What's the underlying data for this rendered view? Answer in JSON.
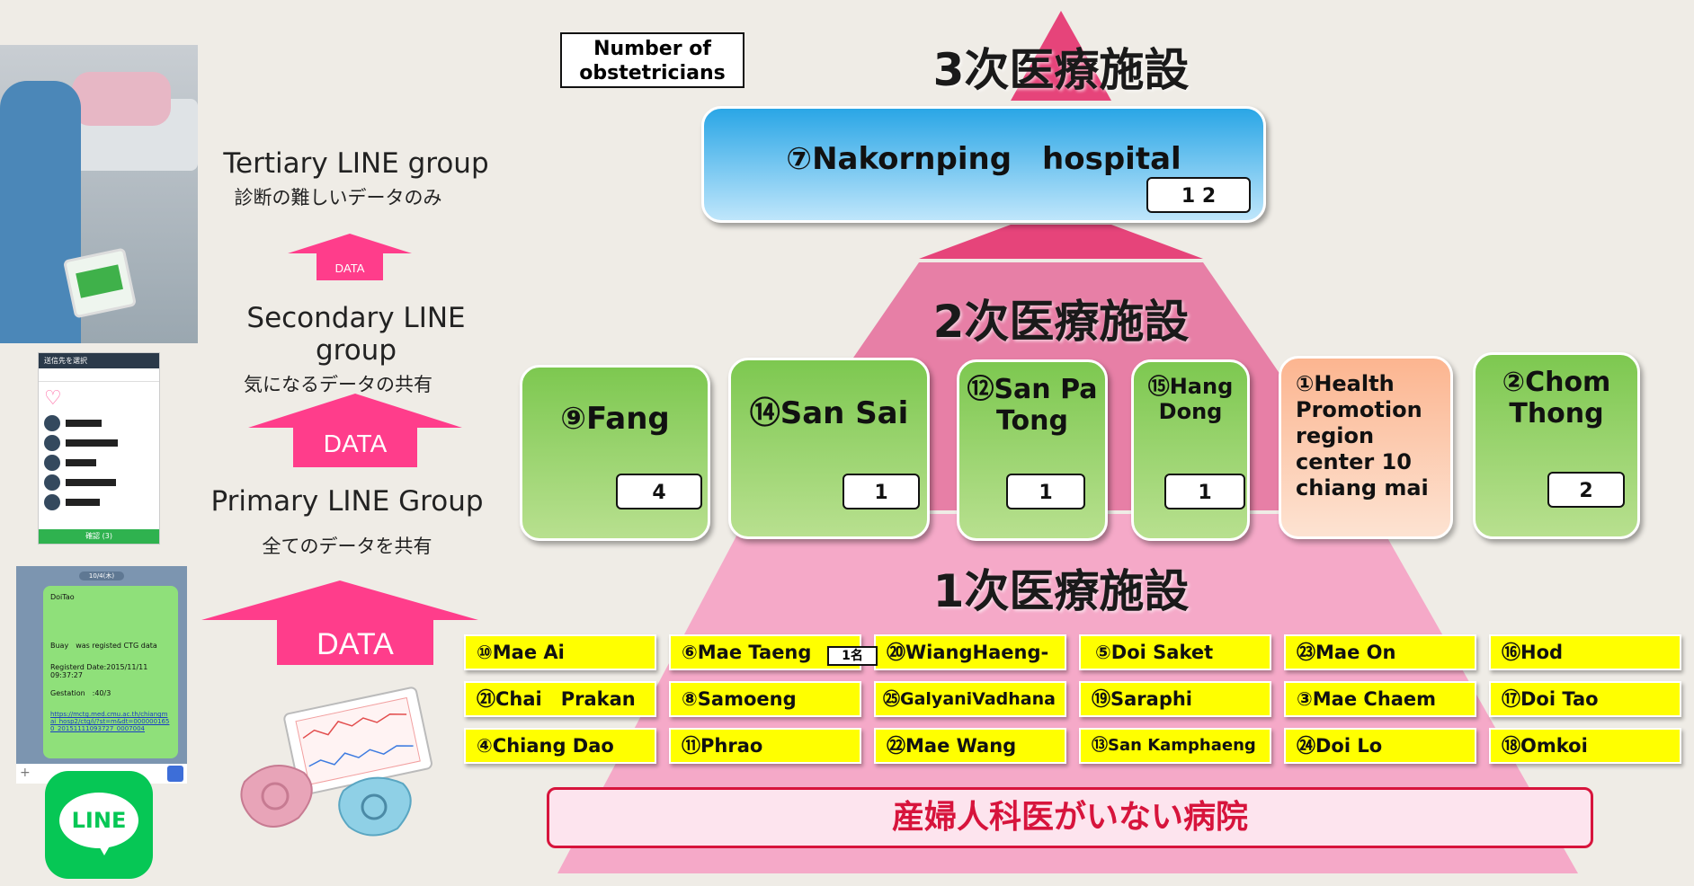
{
  "legend_box": "Number of obstetricians",
  "levels": {
    "tertiary": "3次医療施設",
    "secondary": "2次医療施設",
    "primary": "1次医療施設"
  },
  "tertiary_hospital": {
    "name": "⑦Nakornping　hospital",
    "count": "1 2"
  },
  "secondary_hospitals": [
    {
      "name": "⑨Fang",
      "count": "4"
    },
    {
      "name": "⑭San Sai",
      "count": "1"
    },
    {
      "name": "⑫San Pa Tong",
      "count": "1"
    },
    {
      "name": "⑮Hang Dong",
      "count": "1"
    },
    {
      "name": "①Health Promotion region center 10 chiang mai"
    },
    {
      "name": "②Chom Thong",
      "count": "2"
    }
  ],
  "primary_hospitals": [
    [
      "⑩Mae Ai",
      "⑥Mae Taeng",
      "⑳WiangHaeng-",
      "⑤Doi Saket",
      "㉓Mae On",
      "⑯Hod"
    ],
    [
      "㉑Chai　Prakan",
      "⑧Samoeng",
      "㉕GalyaniVadhana",
      "⑲Saraphi",
      "③Mae Chaem",
      "⑰Doi Tao"
    ],
    [
      "④Chiang Dao",
      "⑪Phrao",
      "㉒Mae Wang",
      "⑬San Kamphaeng",
      "㉔Doi Lo",
      "⑱Omkoi"
    ]
  ],
  "mae_taeng_badge": "1名",
  "no_obstetrician_banner": "産婦人科医がいない病院",
  "line_groups": {
    "tertiary": {
      "title": "Tertiary LINE group",
      "subtitle": "診断の難しいデータのみ"
    },
    "secondary": {
      "title": "Secondary LINE group",
      "subtitle": "気になるデータの共有"
    },
    "primary": {
      "title": "Primary LINE Group",
      "subtitle": "全てのデータを共有"
    }
  },
  "data_arrow_label": "DATA",
  "line_logo": "LINE",
  "phone_chat": {
    "header": "10/4(木)",
    "name": "DoiTao",
    "line1": "Buay　was registed CTG data",
    "line2": "Registerd Date:2015/11/11 09:37:27",
    "line3": "Gestation　:40/3",
    "link": "https://mctg.med.cmu.ac.th/chiangmai_hosp2/ctg/i/?st=m&dt=0000001650_20151111093727_0007004"
  },
  "phone_list": {
    "header": "送信先を選択",
    "button": "確認 (3)"
  },
  "colors": {
    "background": "#efece6",
    "tier3": "#e6447a",
    "tier2": "#e77fa6",
    "tier1": "#f5a9c8",
    "hospital_blue": "#2ba9e8",
    "green_box": "#8fd160",
    "primary_yellow": "#ffff00",
    "arrow_pink": "#ff3d8b",
    "banner_red": "#d7143c",
    "line_green": "#06c755"
  }
}
